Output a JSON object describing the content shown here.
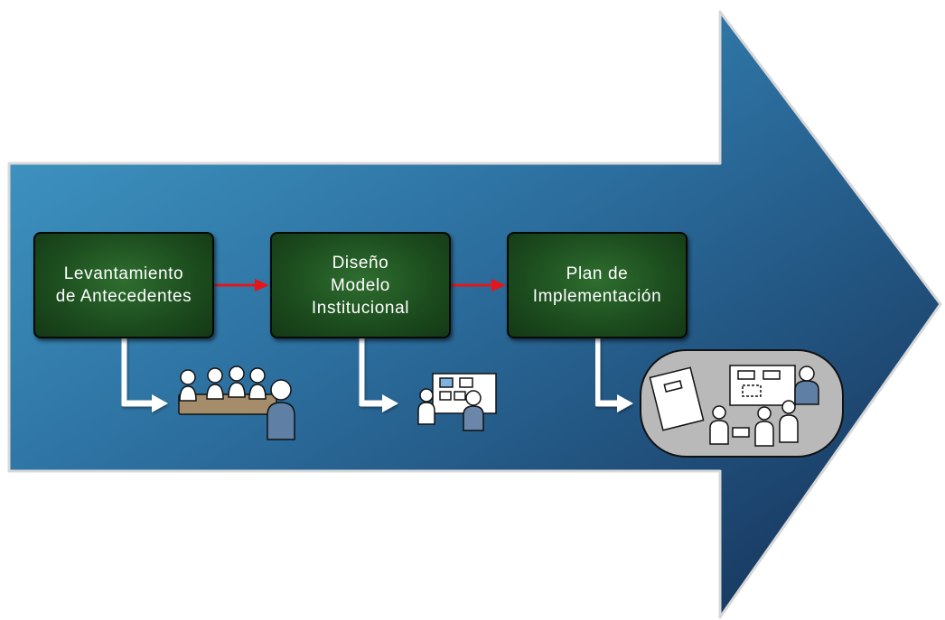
{
  "steps": [
    {
      "label": "Levantamiento\nde Antecedentes",
      "illustration": "team-meeting-icon"
    },
    {
      "label": "Diseño\nModelo\nInstitucional",
      "illustration": "whiteboard-presentation-icon"
    },
    {
      "label": "Plan de\nImplementación",
      "illustration": "implementation-workshop-icon"
    }
  ],
  "colors": {
    "arrow_light": "#3d98c6",
    "arrow_dark": "#15345a",
    "box_green": "#1d4e1f",
    "connector_red": "#e4161b",
    "elbow_white": "#ffffff",
    "panel_gray": "#b9b9b9"
  }
}
